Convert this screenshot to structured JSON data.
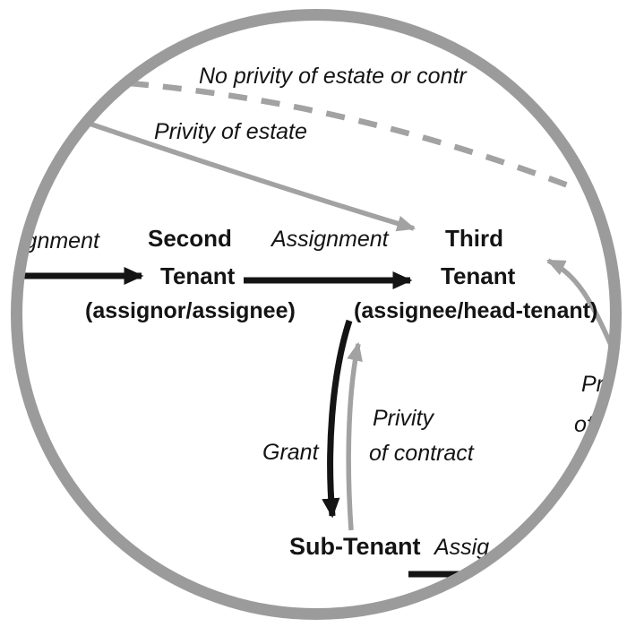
{
  "diagram": {
    "description": "Magnified circular detail of a tenancy assignment diagram",
    "colors": {
      "background": "#ffffff",
      "ink": "#141414",
      "gray_line": "#a2a2a2",
      "lens_ring": "#9b9b9b"
    },
    "labels": {
      "no_privity_fragment": "No privity of estate or contr",
      "privity_of_estate": "Privity of estate",
      "assignment_left_fragment": "ignment",
      "assignment_mid": "Assignment",
      "grant": "Grant",
      "privity_line1": "Privity",
      "privity_line2": "of contract",
      "assignment_bottom_fragment": "Assig",
      "right_fragment_line1": "Pr",
      "right_fragment_line2": "of"
    },
    "nodes": {
      "second_tenant": {
        "line1": "Second",
        "line2": "Tenant",
        "subtitle": "(assignor/assignee)"
      },
      "third_tenant": {
        "line1": "Third",
        "line2": "Tenant",
        "subtitle": "(assignee/head-tenant)"
      },
      "sub_tenant": {
        "name": "Sub-Tenant"
      }
    },
    "edges": [
      {
        "name": "assignment-arrow-left",
        "style": "solid black arrow, left edge to Second Tenant"
      },
      {
        "name": "assignment-arrow-mid",
        "style": "solid black arrow, Second Tenant to Third Tenant"
      },
      {
        "name": "no-privity-dashed-line",
        "style": "gray dashed curve across top"
      },
      {
        "name": "privity-of-estate-arrow",
        "style": "gray arrow from upper left to Third Tenant"
      },
      {
        "name": "grant-arrow",
        "style": "black arrow down, Third Tenant to Sub-Tenant"
      },
      {
        "name": "privity-of-contract-arrow",
        "style": "gray arrow up, Sub-Tenant to Third Tenant"
      },
      {
        "name": "privity-right-curved-arrow",
        "style": "gray curved arrow from right edge toward Third Tenant"
      },
      {
        "name": "sub-tenant-assignment-line",
        "style": "black line fragment at bottom right, clipped by lens"
      }
    ]
  }
}
